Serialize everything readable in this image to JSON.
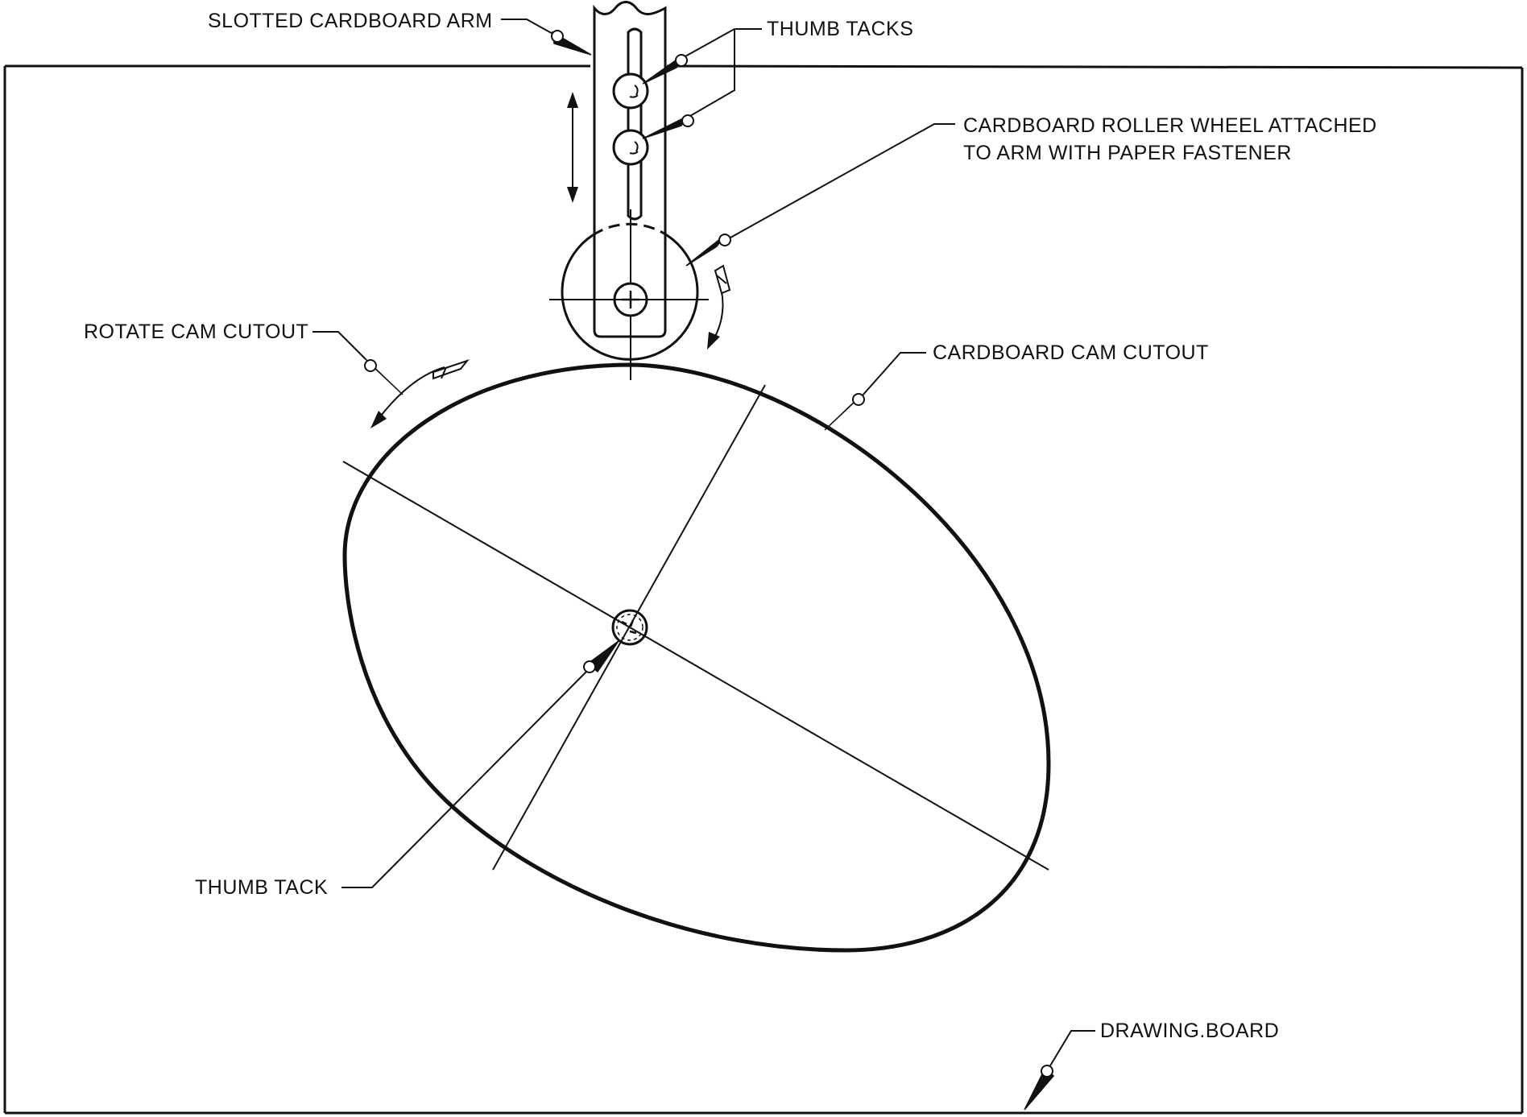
{
  "labels": {
    "slotted_arm": "SLOTTED CARDBOARD ARM",
    "thumb_tacks": "THUMB TACKS",
    "roller_wheel_line1": "CARDBOARD ROLLER WHEEL ATTACHED",
    "roller_wheel_line2": "TO ARM WITH PAPER FASTENER",
    "rotate_cam": "ROTATE CAM CUTOUT",
    "cam_cutout": "CARDBOARD CAM CUTOUT",
    "thumb_tack": "THUMB TACK",
    "drawing_board": "DRAWING.BOARD"
  }
}
